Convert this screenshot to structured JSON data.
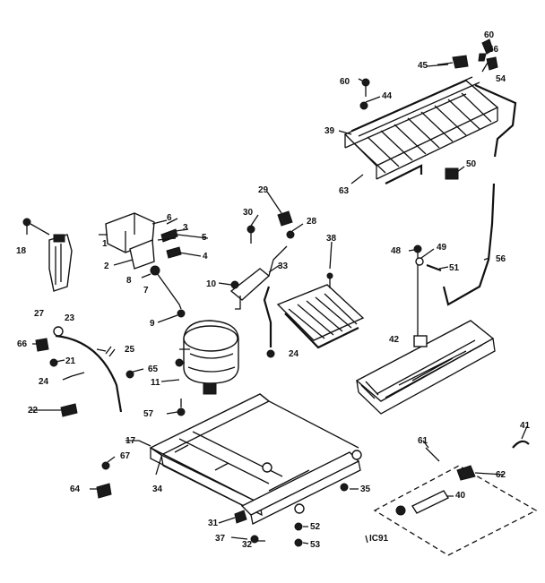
{
  "labels": {
    "l60a": "60",
    "l46": "46",
    "l45": "45",
    "l54": "54",
    "l60b": "60",
    "l44": "44",
    "l39": "39",
    "l50": "50",
    "l63": "63",
    "l18": "18",
    "l6": "6",
    "l3": "3",
    "l5": "5",
    "l1": "1",
    "l2": "2",
    "l4": "4",
    "l8": "8",
    "l7": "7",
    "l27": "27",
    "l30": "30",
    "l29": "29",
    "l28": "28",
    "l38": "38",
    "l33": "33",
    "l10": "10",
    "l48": "48",
    "l49": "49",
    "l51": "51",
    "l56": "56",
    "l23": "23",
    "l9": "9",
    "l66": "66",
    "l25": "25",
    "l21": "21",
    "l24a": "24",
    "l24b": "24",
    "l65": "65",
    "l11": "11",
    "l42": "42",
    "l22": "22",
    "l57": "57",
    "l41": "41",
    "l17": "17",
    "l61": "61",
    "l67": "67",
    "l62": "62",
    "l34": "34",
    "l64": "64",
    "l40": "40",
    "l35": "35",
    "l31": "31",
    "l52": "52",
    "l37": "37",
    "l32": "32",
    "l53": "53",
    "code": "IC91"
  }
}
